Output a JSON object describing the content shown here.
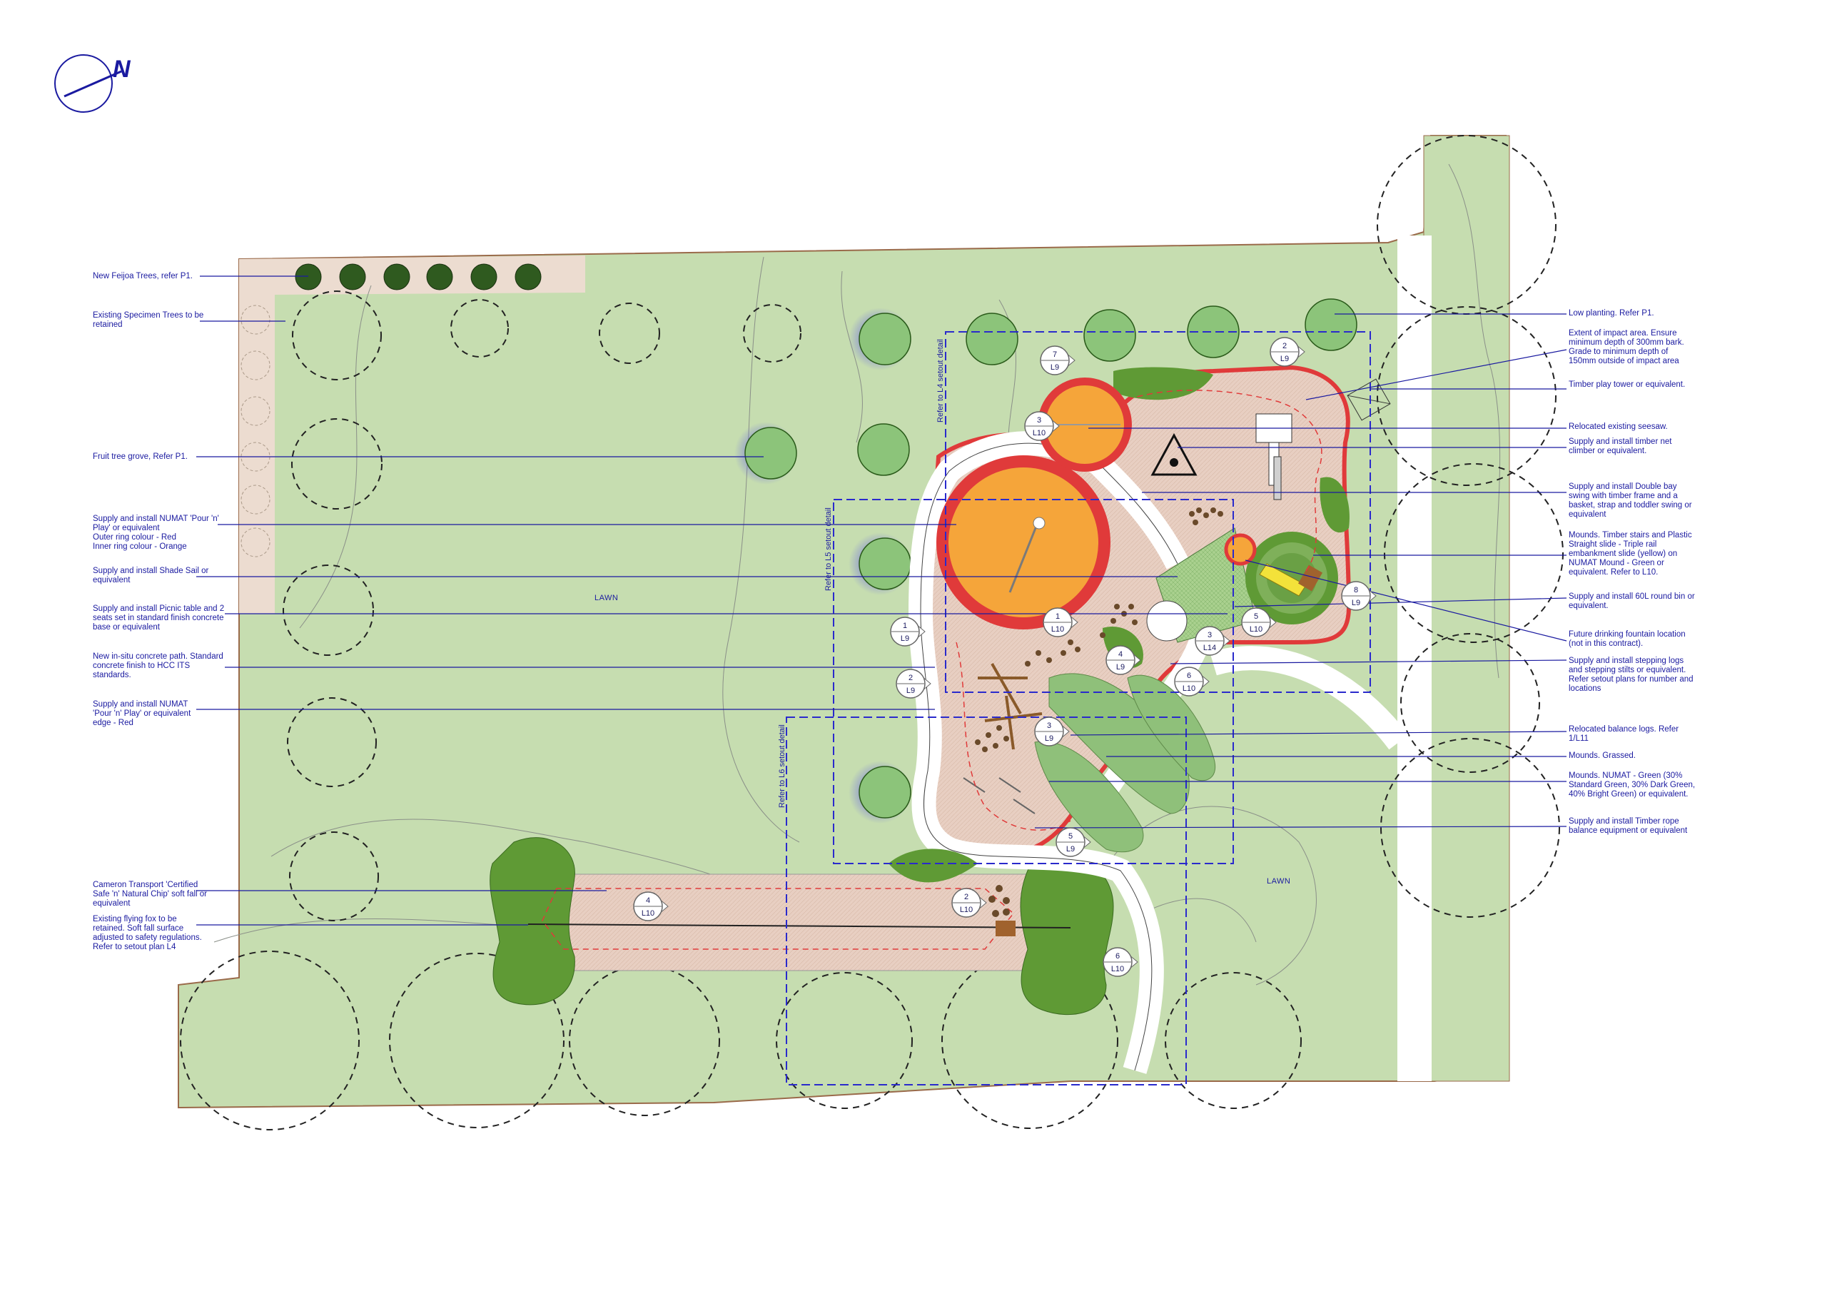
{
  "north_label": "N",
  "lawn_labels": [
    "LAWN",
    "LAWN"
  ],
  "setout_refs": [
    "Refer to L4 setout detail",
    "Refer to L5 setout detail",
    "Refer to L6 setout detail"
  ],
  "left_notes": [
    "New Feijoa Trees, refer P1.",
    "Existing Specimen Trees to be retained",
    "Fruit tree grove, Refer P1.",
    "Supply and install NUMAT 'Pour 'n' Play' or equivalent\nOuter ring colour - Red\nInner ring colour - Orange",
    "Supply and install Shade Sail or equivalent",
    "Supply and install Picnic table and 2 seats set in standard finish concrete base or equivalent",
    "New in-situ concrete path. Standard concrete finish to HCC ITS standards.",
    "Supply and install NUMAT 'Pour 'n' Play' or equivalent edge - Red",
    "Cameron Transport 'Certified Safe 'n' Natural Chip' soft fall or equivalent",
    "Existing flying fox to be retained. Soft fall surface adjusted to safety regulations. Refer to setout plan L4"
  ],
  "right_notes": [
    "Low planting. Refer P1.",
    "Extent of impact area. Ensure minimum depth of 300mm bark. Grade to minimum depth of 150mm outside of impact area",
    "Timber play tower or equivalent.",
    "Relocated existing seesaw.",
    "Supply and install timber net climber or equivalent.",
    "Supply and install Double bay swing with timber frame and a basket, strap and toddler swing or equivalent",
    "Mounds. Timber stairs and Plastic Straight slide - Triple rail embankment slide (yellow) on NUMAT Mound - Green or equivalent. Refer to L10.",
    "Supply and install 60L round bin or equivalent.",
    "Future drinking fountain location (not in this contract).",
    "Supply and install stepping logs and stepping stilts or equivalent. Refer setout plans for number and locations",
    "Relocated balance logs. Refer 1/L11",
    "Mounds. Grassed.",
    "Mounds. NUMAT - Green (30% Standard Green, 30% Dark Green, 40% Bright Green) or equivalent.",
    "Supply and install Timber rope balance equipment or equivalent"
  ],
  "detail_tags": [
    {
      "num": "7",
      "sheet": "L9"
    },
    {
      "num": "2",
      "sheet": "L9"
    },
    {
      "num": "3",
      "sheet": "L10"
    },
    {
      "num": "1",
      "sheet": "L9"
    },
    {
      "num": "1",
      "sheet": "L10"
    },
    {
      "num": "3",
      "sheet": "L14"
    },
    {
      "num": "5",
      "sheet": "L10"
    },
    {
      "num": "8",
      "sheet": "L9"
    },
    {
      "num": "2",
      "sheet": "L9"
    },
    {
      "num": "4",
      "sheet": "L9"
    },
    {
      "num": "6",
      "sheet": "L10"
    },
    {
      "num": "3",
      "sheet": "L9"
    },
    {
      "num": "5",
      "sheet": "L9"
    },
    {
      "num": "4",
      "sheet": "L10"
    },
    {
      "num": "2",
      "sheet": "L10"
    },
    {
      "num": "6",
      "sheet": "L10"
    }
  ],
  "colors": {
    "lawn": "#c6ddb0",
    "chip": "#e8cfc2",
    "red_edge": "#e03a3a",
    "orange": "#f5a53a",
    "mound_dark": "#5f9a35",
    "mound_light": "#8fc07a",
    "path": "#ffffff",
    "annotation": "#1a1aa0",
    "boundary": "#9a6a4a"
  }
}
